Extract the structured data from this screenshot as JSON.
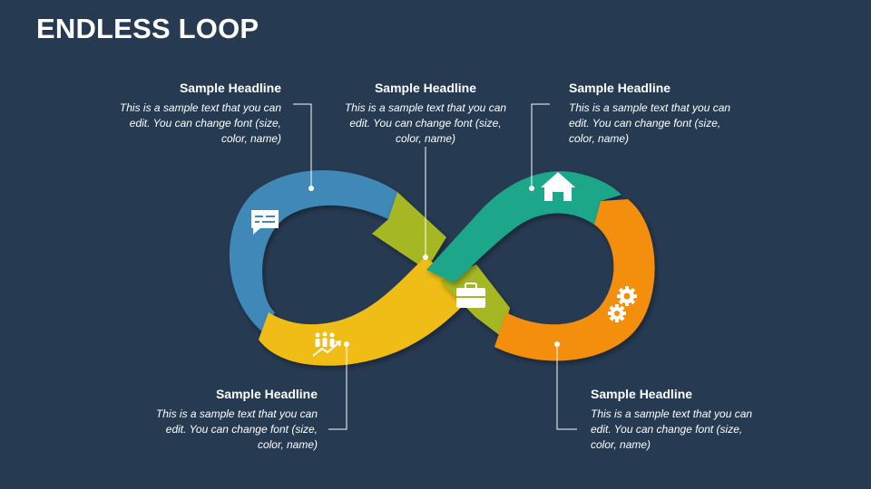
{
  "title": "ENDLESS LOOP",
  "callouts": [
    {
      "headline": "Sample Headline",
      "text": "This is a sample text that you can edit. You can change font (size, color, name)"
    },
    {
      "headline": "Sample Headline",
      "text": "This is a sample text that you can edit. You can change font (size, color, name)"
    },
    {
      "headline": "Sample Headline",
      "text": "This is a sample text that you can edit. You can change font (size, color, name)"
    },
    {
      "headline": "Sample Headline",
      "text": "This is a sample text that you can edit. You can change font (size, color, name)"
    },
    {
      "headline": "Sample Headline",
      "text": "This is a sample text that you can edit. You can change font (size, color, name)"
    }
  ],
  "colors": {
    "background": "#263a52",
    "blue": "#4188b8",
    "lime": "#a5b724",
    "teal": "#1fa68a",
    "yellow": "#efbd13",
    "orange": "#f48e0d"
  },
  "icons": [
    "chat-icon",
    "home-icon",
    "briefcase-icon",
    "gears-icon",
    "team-growth-icon"
  ]
}
